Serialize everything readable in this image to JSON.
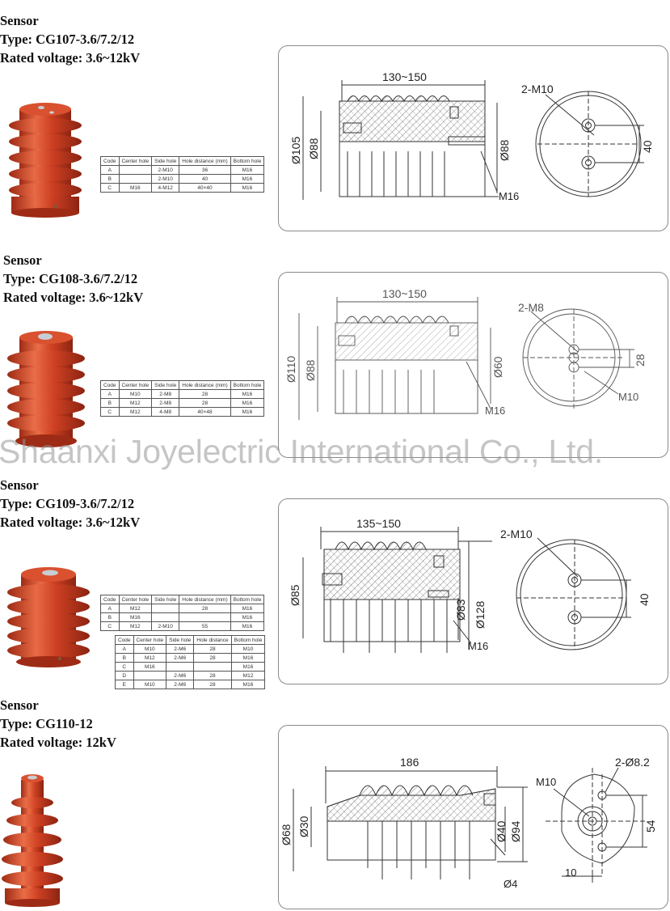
{
  "sections": [
    {
      "heading": "Sensor",
      "type_line": "Type: CG107-3.6/7.2/12",
      "voltage_line": "Rated voltage: 3.6~12kV",
      "drawing": {
        "length": "130~150",
        "dia_outer": "Ø105",
        "dia_inner": "Ø88",
        "dia_right": "Ø88",
        "thread": "M16",
        "holes": "2-M10",
        "spacing": "40"
      },
      "tables": [
        {
          "headers": [
            "Code",
            "Center hole",
            "Side hole",
            "Hole distance (mm)",
            "Bottom hole"
          ],
          "rows": [
            [
              "A",
              "",
              "2-M10",
              "36",
              "M16"
            ],
            [
              "B",
              "",
              "2-M10",
              "40",
              "M16"
            ],
            [
              "C",
              "M16",
              "4-M12",
              "40×40",
              "M16"
            ]
          ]
        }
      ]
    },
    {
      "heading": "Sensor",
      "type_line": "Type: CG108-3.6/7.2/12",
      "voltage_line": "Rated voltage: 3.6~12kV",
      "drawing": {
        "length": "130~150",
        "dia_outer": "Ø110",
        "dia_inner": "Ø88",
        "dia_right": "Ø60",
        "thread": "M16",
        "holes": "2-M8",
        "spacing": "28",
        "center": "M10"
      },
      "tables": [
        {
          "headers": [
            "Code",
            "Center hole",
            "Side hole",
            "Hole distance (mm)",
            "Bottom hole"
          ],
          "rows": [
            [
              "A",
              "M10",
              "2-M8",
              "28",
              "M16"
            ],
            [
              "B",
              "M12",
              "2-M8",
              "28",
              "M16"
            ],
            [
              "C",
              "M12",
              "4-M8",
              "40×48",
              "M16"
            ]
          ]
        }
      ]
    },
    {
      "heading": "Sensor",
      "type_line": "Type: CG109-3.6/7.2/12",
      "voltage_line": "Rated voltage: 3.6~12kV",
      "drawing": {
        "length": "135~150",
        "dia_outer": "Ø85",
        "dia_inner": "Ø83",
        "dia_right": "Ø128",
        "thread": "M16",
        "holes": "2-M10",
        "spacing": "40"
      },
      "tables": [
        {
          "headers": [
            "Code",
            "Center hole",
            "Side hole",
            "Hole distance (mm)",
            "Bottom hole"
          ],
          "rows": [
            [
              "A",
              "M12",
              "",
              "28",
              "M16"
            ],
            [
              "B",
              "M16",
              "",
              "",
              "M16"
            ],
            [
              "C",
              "M12",
              "2-M10",
              "55",
              "M16"
            ]
          ]
        },
        {
          "headers": [
            "Code",
            "Center hole",
            "Side hole",
            "Hole distance",
            "Bottom hole"
          ],
          "rows": [
            [
              "A",
              "M10",
              "2-M6",
              "28",
              "M10"
            ],
            [
              "B",
              "M12",
              "2-M6",
              "28",
              "M16"
            ],
            [
              "C",
              "M16",
              "",
              "",
              "M16"
            ],
            [
              "D",
              "",
              "2-M6",
              "28",
              "M12"
            ],
            [
              "E",
              "M10",
              "2-M6",
              "28",
              "M16"
            ]
          ]
        }
      ]
    },
    {
      "heading": "Sensor",
      "type_line": "Type: CG110-12",
      "voltage_line": "Rated voltage: 12kV",
      "drawing": {
        "length": "186",
        "dia_outer": "Ø68",
        "dia_inner": "Ø30",
        "dia_right": "Ø40",
        "dia_right2": "Ø94",
        "thread": "Ø4",
        "holes": "2-Ø8.2",
        "spacing": "54",
        "center": "M10",
        "offset": "10"
      },
      "tables": []
    }
  ],
  "watermark": "Shaanxi Joyelectric International Co., Ltd.",
  "colors": {
    "insulator": "#cc3f22",
    "insulator_dark": "#9e2b15",
    "insulator_light": "#e86a45",
    "metal": "#b9bec4",
    "line": "#333333",
    "panel_border": "#8a8a8a"
  }
}
